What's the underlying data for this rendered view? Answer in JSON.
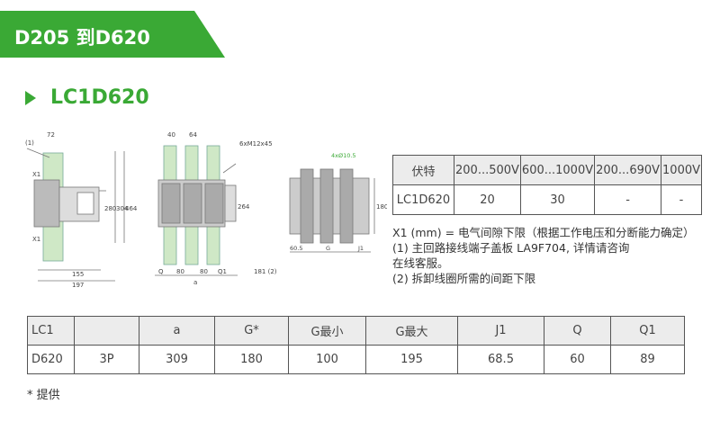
{
  "banner": {
    "title": "D205 到D620"
  },
  "section": {
    "title": "LC1D620"
  },
  "drawing_labels": {
    "side": {
      "w72": "72",
      "note1": "(1)",
      "x1_top": "X1",
      "x1_bottom": "X1",
      "h280": "280",
      "h304": "304",
      "h464": "464",
      "w155": "155",
      "w197": "197"
    },
    "front": {
      "w40": "40",
      "w64": "64",
      "screw": "6xM12x45",
      "h264": "264",
      "q": "Q",
      "d80a": "80",
      "d80b": "80",
      "q1": "Q1",
      "d181": "181 (2)",
      "a": "a"
    },
    "mount": {
      "holes": "4xØ10.5",
      "h180": "180",
      "w60": "60.5",
      "g": "G",
      "j1": "J1"
    }
  },
  "spec_table": {
    "headers": [
      "伏特",
      "200...500V",
      "600...1000V",
      "200...690V",
      "1000V"
    ],
    "row": [
      "LC1D620",
      "20",
      "30",
      "-",
      "-"
    ]
  },
  "notes": {
    "x1": "X1 (mm) = 电气间隙下限（根据工作电压和分断能力确定）",
    "n1a": "(1) 主回路接线端子盖板 LA9F704, 详情请咨询",
    "n1b": "在线客服。",
    "n2": "(2) 拆卸线圈所需的间距下限"
  },
  "dims_table": {
    "headers": [
      "LC1",
      "",
      "a",
      "G*",
      "G最小",
      "G最大",
      "J1",
      "Q",
      "Q1"
    ],
    "row": [
      "D620",
      "3P",
      "309",
      "180",
      "100",
      "195",
      "68.5",
      "60",
      "89"
    ]
  },
  "footnote": "* 提供"
}
